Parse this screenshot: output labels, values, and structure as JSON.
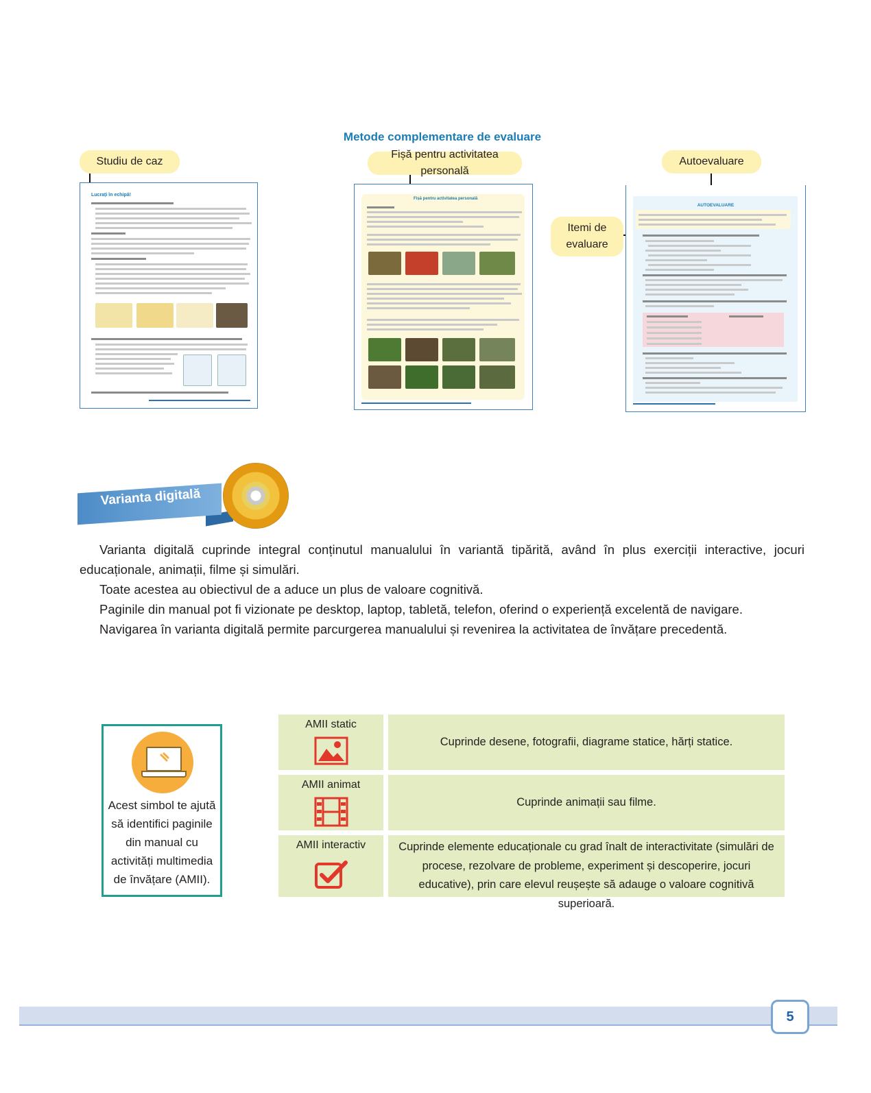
{
  "section_title": "Metode complementare de evaluare",
  "callouts": {
    "case_study": "Studiu de caz",
    "personal_sheet": "Fișă pentru activitatea personală",
    "self_eval": "Autoevaluare",
    "eval_items_line1": "Itemi de",
    "eval_items_line2": "evaluare"
  },
  "thumbnails": {
    "case_study_page": "Lucrați în echipă!",
    "personal_sheet_page": "Fișă pentru activitatea personală",
    "self_eval_page": "AUTOEVALUARE"
  },
  "digital": {
    "banner": "Varianta digitală",
    "paragraphs": [
      "Varianta digitală cuprinde integral conținutul manualului în variantă tipărită, având în plus exerciții interactive, jocuri educaționale, animații, filme și simulări.",
      "Toate acestea au obiectivul de a aduce un plus de valoare cognitivă.",
      "Paginile din manual pot fi vizionate pe desktop, laptop, tabletă, telefon, oferind o experiență excelentă de navigare.",
      "Navigarea în varianta digitală permite parcurgerea manualului și revenirea la activitatea de învățare precedentă."
    ]
  },
  "symbol_box": {
    "icon": "laptop-icon",
    "text": "Acest simbol te ajută să identifici paginile din manual cu activități multimedia de învățare (AMII)."
  },
  "amii": [
    {
      "label": "AMII static",
      "icon": "image-icon",
      "description": "Cuprinde desene, fotografii, diagrame statice, hărți statice."
    },
    {
      "label": "AMII animat",
      "icon": "film-icon",
      "description": "Cuprinde animații sau filme."
    },
    {
      "label": "AMII interactiv",
      "icon": "checkbox-icon",
      "description": "Cuprinde elemente educaționale cu grad înalt de interactivitate (simulări de procese, rezolvare de probleme, experiment și descoperire, jocuri educative), prin care elevul reușește să adauge o valoare cognitivă superioară."
    }
  ],
  "colors": {
    "accent_blue": "#1b7db3",
    "pill_yellow": "#fdf1b3",
    "table_green": "#e3ecc2",
    "symbol_orange": "#f7ad3c",
    "icon_red": "#e2382b"
  },
  "page_number": "5"
}
